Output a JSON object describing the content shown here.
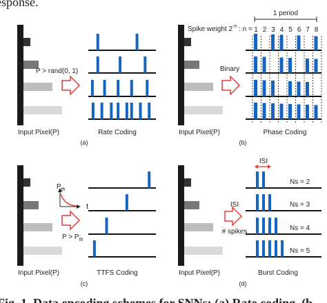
{
  "header_fragment": "esponse.",
  "caption_fragment": "Fig. 1. Data encoding schemes for SNNs: (a) Rate coding, (b",
  "colors": {
    "spike": "#1565c0",
    "pixel_bar": "#1a1a1a",
    "arrow": "#e53935",
    "pixel_shades": [
      "#333333",
      "#777777",
      "#bdbdbd",
      "#d9d9d9"
    ]
  },
  "panels": {
    "a": {
      "label": "(a)",
      "input_label": "Input Pixel(P)",
      "coding_label": "Rate Coding",
      "condition_label": "P > rand(0, 1)",
      "rows": [
        {
          "spikes": [
            0.12,
            0.7
          ]
        },
        {
          "spikes": [
            0.12,
            0.45,
            0.82
          ]
        },
        {
          "spikes": [
            0.04,
            0.22,
            0.42,
            0.62,
            0.85
          ]
        },
        {
          "spikes": [
            0.05,
            0.18,
            0.32,
            0.42,
            0.55,
            0.62,
            0.75,
            0.88
          ]
        }
      ]
    },
    "b": {
      "label": "(b)",
      "input_label": "Input Pixel(P)",
      "coding_label": "Phase Coding",
      "method_label": "Binary",
      "period_label": "1 period",
      "spike_weight_label": "Spike weight 2",
      "spike_weight_exponent": "-n",
      "spike_weight_suffix": " : n =",
      "phase_numbers": [
        "1",
        "2",
        "3",
        "4",
        "5",
        "6",
        "7",
        "8"
      ],
      "rows": [
        {
          "bits": [
            1,
            0,
            1,
            1,
            0,
            1,
            0,
            1
          ]
        },
        {
          "bits": [
            1,
            1,
            0,
            1,
            1,
            0,
            1,
            1
          ]
        },
        {
          "bits": [
            1,
            1,
            1,
            0,
            1,
            1,
            1,
            0
          ]
        },
        {
          "bits": [
            1,
            1,
            1,
            1,
            1,
            1,
            1,
            1
          ]
        }
      ]
    },
    "c": {
      "label": "(c)",
      "input_label": "Input Pixel(P)",
      "coding_label": "TTFS Coding",
      "threshold_symbol": "P",
      "threshold_subscript": "th",
      "time_axis": "t",
      "condition_prefix": "P > P",
      "condition_subscript": "th",
      "rows": [
        {
          "spike_t": 0.88
        },
        {
          "spike_t": 0.55
        },
        {
          "spike_t": 0.25
        },
        {
          "spike_t": 0.07
        }
      ]
    },
    "d": {
      "label": "(d)",
      "input_label": "Input Pixel(P)",
      "coding_label": "Burst Coding",
      "isi_label": "ISI",
      "side_isi": "ISI",
      "side_spikes": "# spikes",
      "rows": [
        {
          "ns_label": "Ns = 2",
          "count": 2
        },
        {
          "ns_label": "Ns = 3",
          "count": 3
        },
        {
          "ns_label": "Ns = 4",
          "count": 4
        },
        {
          "ns_label": "Ns = 5",
          "count": 5
        }
      ]
    }
  }
}
